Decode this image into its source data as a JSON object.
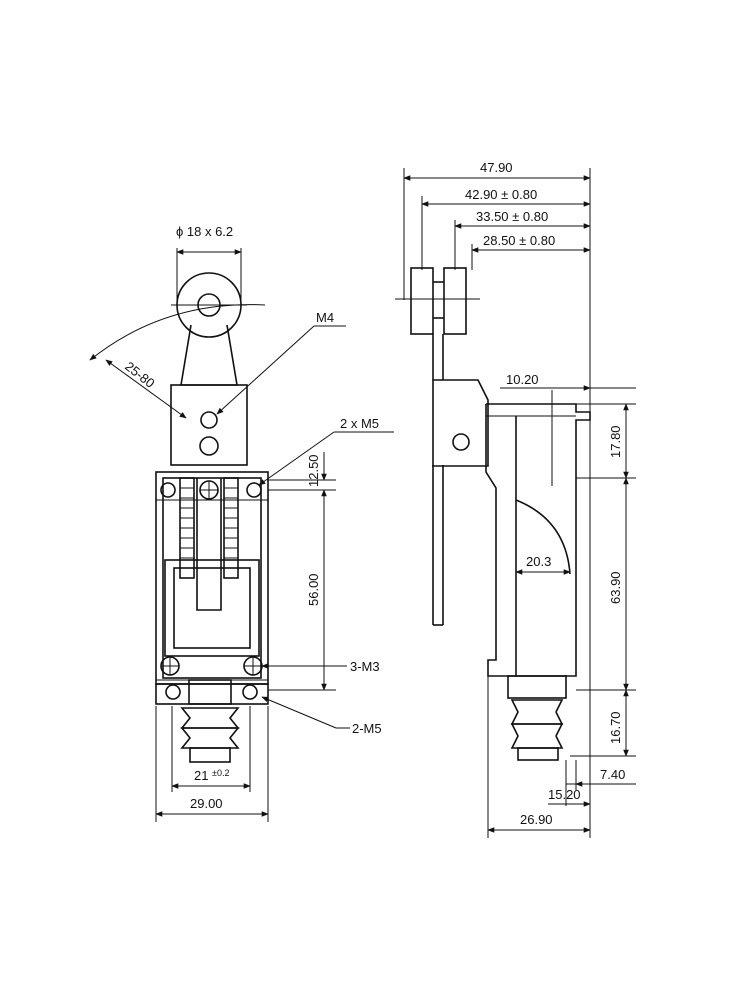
{
  "front_view": {
    "roller_dim": "ϕ 18 x 6.2",
    "arm_range": "25-80",
    "screw_m4": "M4",
    "holes_top": "2 x M5",
    "dim_top_offset": "12.50",
    "dim_hole_spacing": "56.00",
    "holes_m3": "3-M3",
    "holes_bottom": "2-M5",
    "dim_hole_pitch": "21",
    "dim_hole_pitch_tol": "±0.2",
    "dim_body_width": "29.00"
  },
  "side_view": {
    "dim_overall": "47.90",
    "dim_a": "42.90 ± 0.80",
    "dim_b": "33.50 ± 0.80",
    "dim_c": "28.50 ± 0.80",
    "dim_offset": "10.20",
    "dim_head_height": "17.80",
    "dim_radius": "20.3",
    "dim_body_height": "63.90",
    "dim_plunger_height": "16.70",
    "dim_plunger_offset": "7.40",
    "dim_plunger_width": "15.20",
    "dim_base_width": "26.90"
  }
}
